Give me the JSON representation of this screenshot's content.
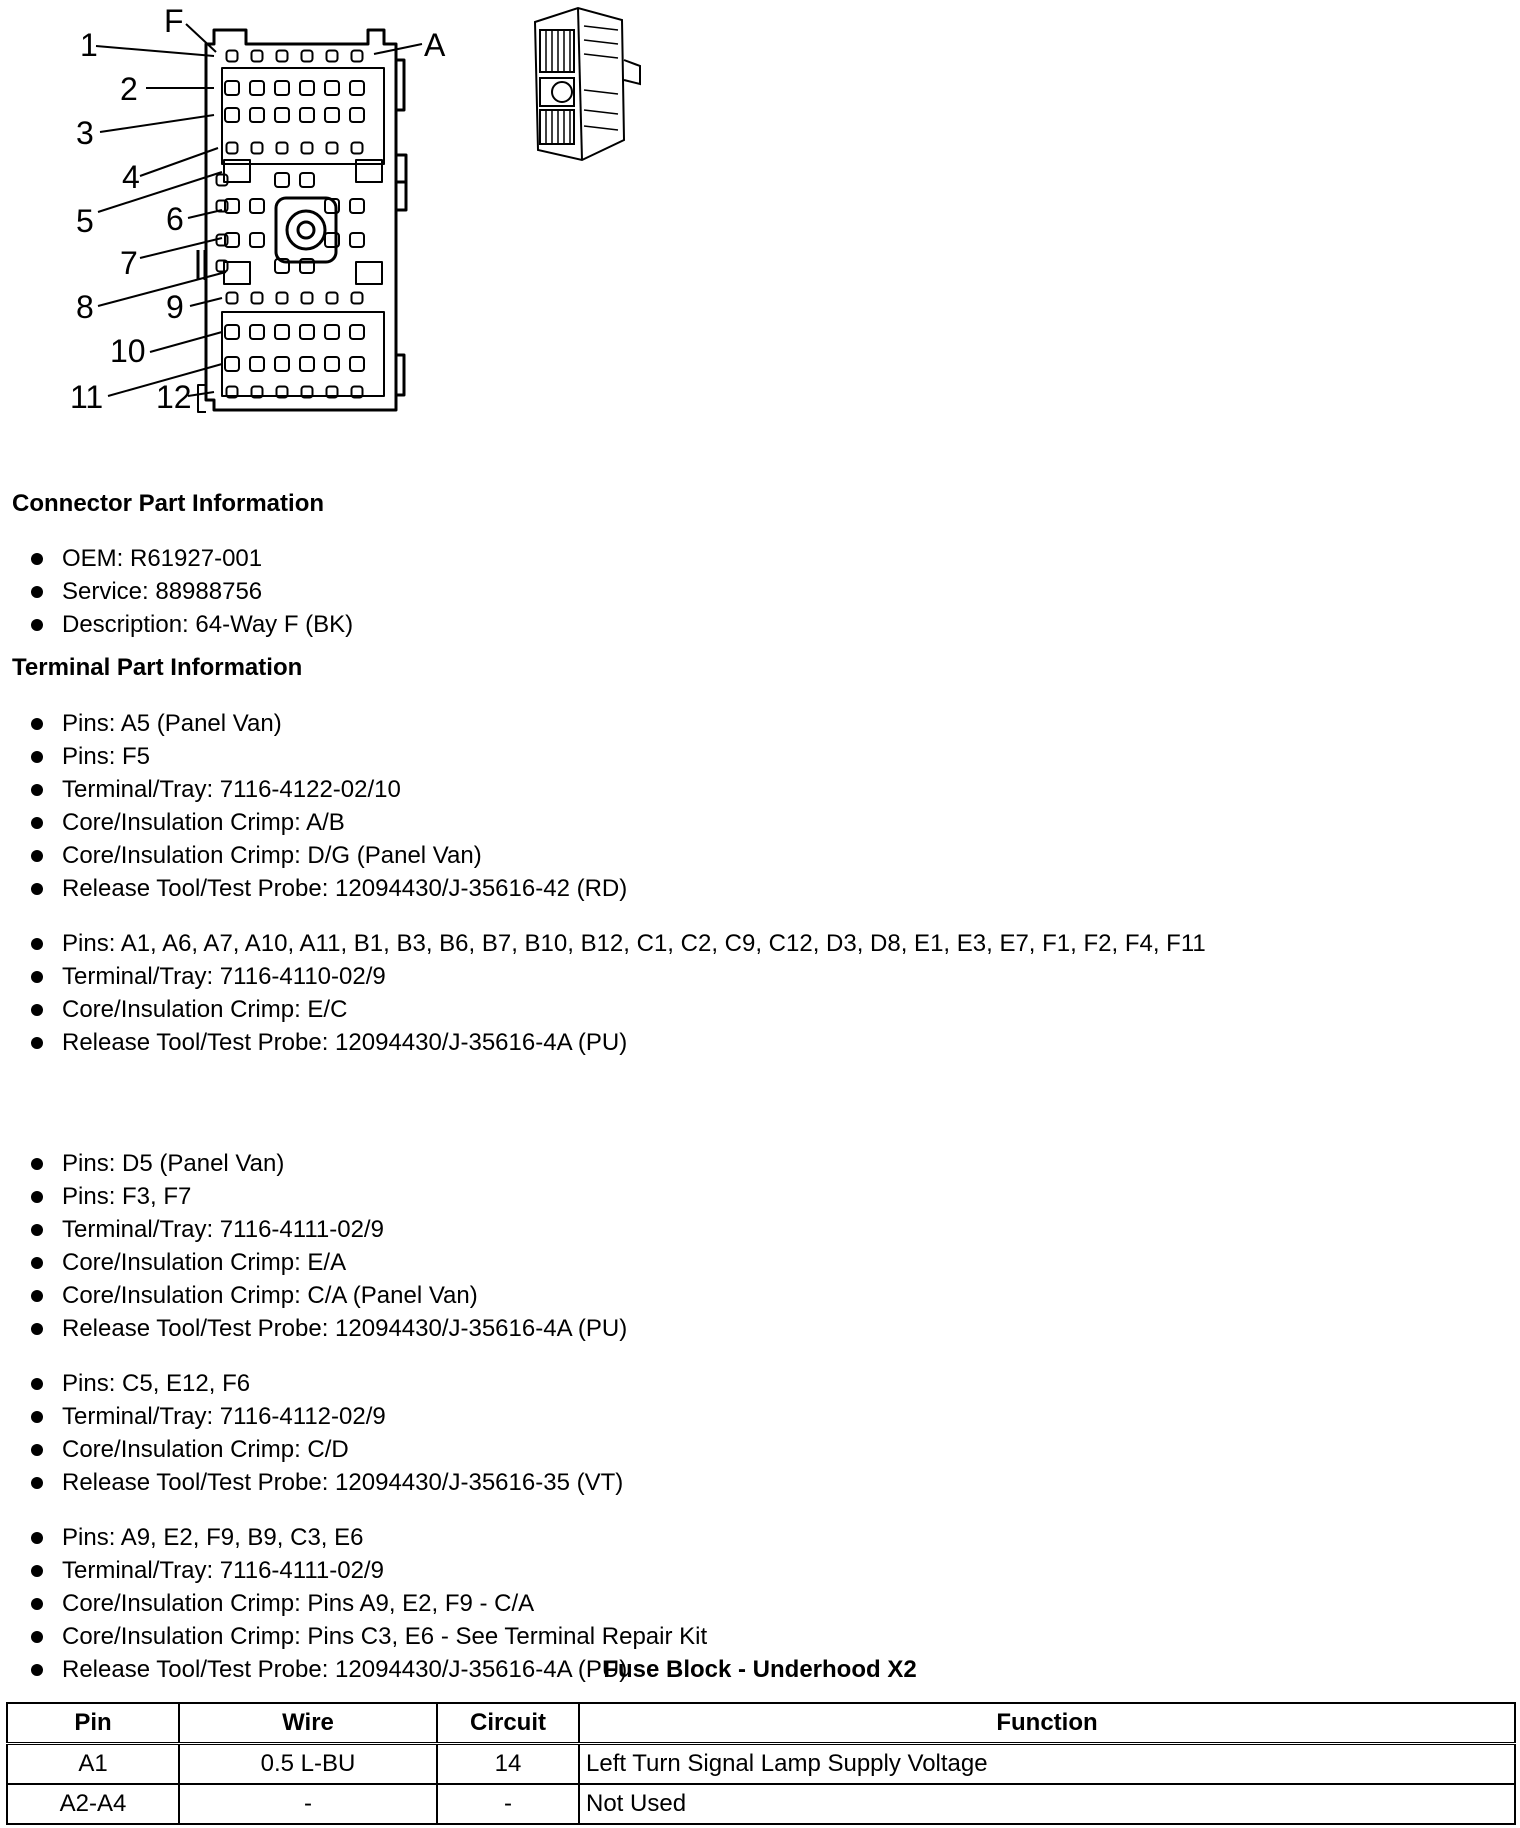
{
  "diagram": {
    "cavity_labels": [
      "1",
      "2",
      "3",
      "4",
      "5",
      "6",
      "7",
      "8",
      "9",
      "10",
      "11",
      "12"
    ],
    "side_labels": {
      "left": "F",
      "right": "A"
    }
  },
  "connector": {
    "title": "Connector Part Information",
    "items": [
      "OEM: R61927-001",
      "Service: 88988756",
      "Description: 64-Way F (BK)"
    ]
  },
  "terminal": {
    "title": "Terminal Part Information",
    "groups": [
      [
        "Pins: A5 (Panel Van)",
        "Pins: F5",
        "Terminal/Tray: 7116-4122-02/10",
        "Core/Insulation Crimp: A/B",
        "Core/Insulation Crimp: D/G (Panel Van)",
        "Release Tool/Test Probe: 12094430/J-35616-42 (RD)"
      ],
      [
        "Pins: A1, A6, A7, A10, A11, B1, B3, B6, B7, B10, B12, C1, C2, C9, C12, D3, D8, E1, E3, E7, F1, F2, F4, F11",
        "Terminal/Tray: 7116-4110-02/9",
        "Core/Insulation Crimp: E/C",
        "Release Tool/Test Probe: 12094430/J-35616-4A (PU)"
      ],
      [
        "Pins: D5 (Panel Van)",
        "Pins: F3, F7",
        "Terminal/Tray: 7116-4111-02/9",
        "Core/Insulation Crimp: E/A",
        "Core/Insulation Crimp: C/A (Panel Van)",
        "Release Tool/Test Probe: 12094430/J-35616-4A (PU)"
      ],
      [
        "Pins: C5, E12, F6",
        "Terminal/Tray: 7116-4112-02/9",
        "Core/Insulation Crimp: C/D",
        "Release Tool/Test Probe: 12094430/J-35616-35 (VT)"
      ],
      [
        "Pins: A9, E2, F9, B9, C3, E6",
        "Terminal/Tray: 7116-4111-02/9",
        "Core/Insulation Crimp: Pins A9, E2, F9 - C/A",
        "Core/Insulation Crimp: Pins C3, E6 - See Terminal Repair Kit",
        "Release Tool/Test Probe: 12094430/J-35616-4A (PU)"
      ]
    ]
  },
  "table": {
    "title": "Fuse Block - Underhood X2",
    "headers": [
      "Pin",
      "Wire",
      "Circuit",
      "Function"
    ],
    "rows": [
      [
        "A1",
        "0.5 L-BU",
        "14",
        "Left Turn Signal Lamp Supply Voltage"
      ],
      [
        "A2-A4",
        "-",
        "-",
        "Not Used"
      ]
    ]
  }
}
